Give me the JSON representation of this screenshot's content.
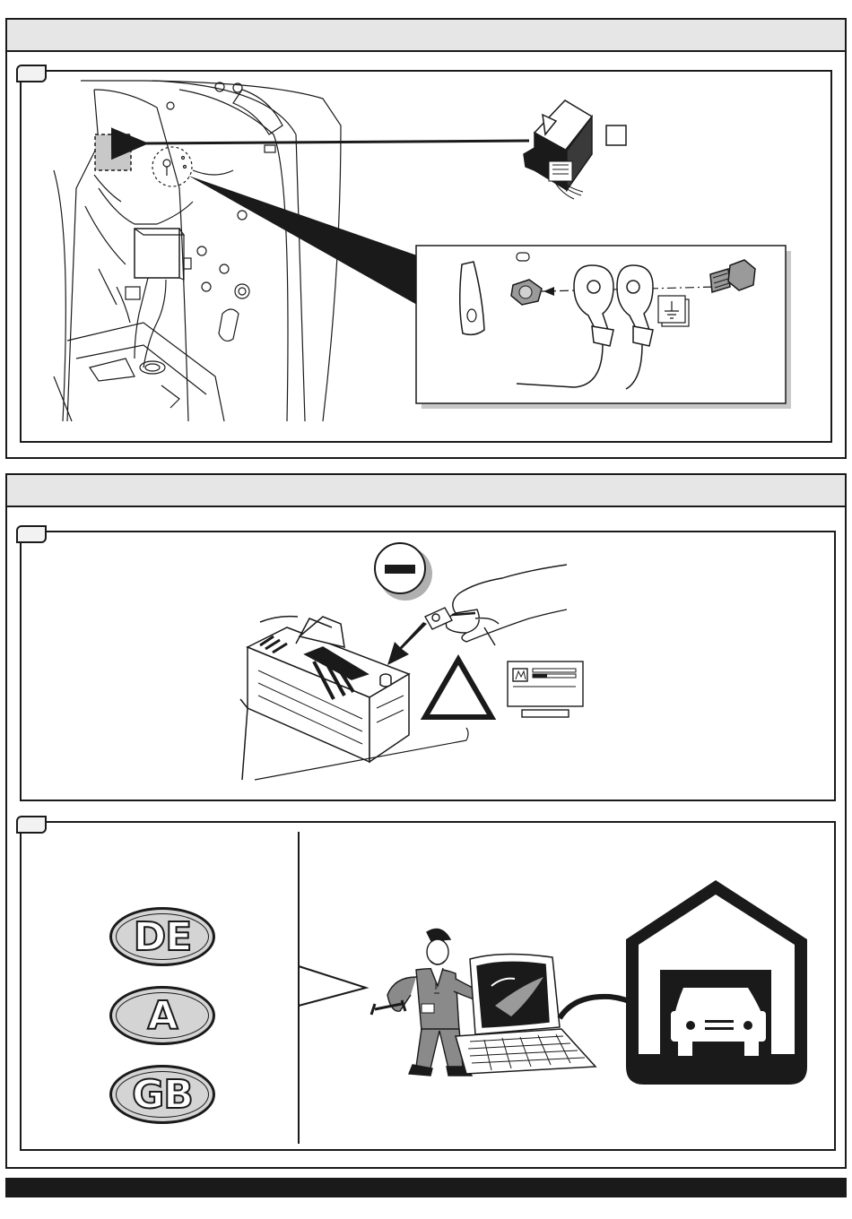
{
  "sections": [
    {
      "id": "mounting",
      "header": ""
    },
    {
      "id": "connection",
      "header": ""
    }
  ],
  "steps": [
    {
      "tab": ""
    },
    {
      "tab": ""
    },
    {
      "tab": ""
    }
  ],
  "part_box": {
    "label": ""
  },
  "country_codes": [
    "DE",
    "A",
    "GB"
  ],
  "icons": {
    "ground": "ground-symbol-icon",
    "minus": "minus-terminal-icon",
    "warning": "warning-triangle-icon",
    "manual": "manual-page-icon",
    "garage": "garage-car-icon"
  },
  "colors": {
    "ink": "#1a1a1a",
    "panel_header": "#e6e6e6",
    "badge_fill": "#d4d4d4"
  }
}
